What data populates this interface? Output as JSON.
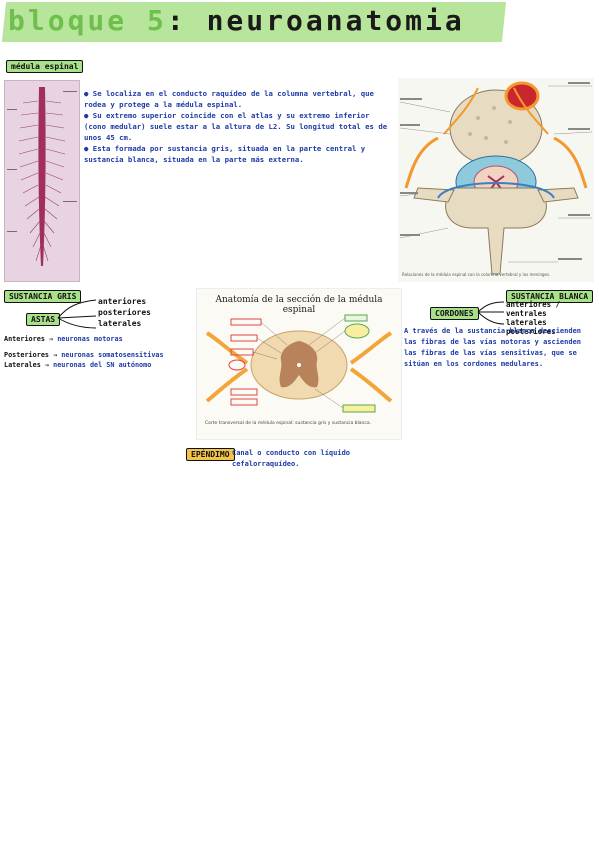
{
  "title": {
    "part1": "bloque 5",
    "sep": ":",
    "part2": "neuroanatomia"
  },
  "section_tag": "médula espinal",
  "bullets": [
    "Se localiza en el conducto raquídeo de la columna vertebral, que rodea y protege a la médula espinal.",
    "Su extremo superior coincide con el atlas y su extremo inferior (cono medular) suele estar a la altura de L2. Su longitud total es de unos 45 cm.",
    "Esta formada por sustancia gris, situada en la parte central y sustancia blanca, situada en la parte más externa."
  ],
  "gris": {
    "tag": "SUSTANCIA GRIS",
    "astas": "ASTAS",
    "branches": [
      "anteriores",
      "posteriores",
      "laterales"
    ],
    "lines": [
      {
        "label": "Anteriores ⇒",
        "value": "neuronas motoras"
      },
      {
        "label": "Posteriores ⇒",
        "value": "neuronas somatosensitivas"
      },
      {
        "label": "Laterales ⇒",
        "value": "neuronas del SN autónomo"
      }
    ]
  },
  "blanca": {
    "tag": "SUSTANCIA BLANCA",
    "cordones": "CORDONES",
    "branches": [
      "anteriores / ventrales",
      "laterales",
      "posteriores"
    ],
    "text": "A través de la sustancia blanca descienden las fibras de las vías motoras y ascienden las fibras de las vías sensitivas, que se sitúan en los cordones medulares."
  },
  "section_figure": {
    "title": "Anatomía de la sección de la médula espinal",
    "caption": "Corte transversal de la médula espinal: sustancia gris y sustancia blanca."
  },
  "ependimo": {
    "tag": "EPÉNDIMO",
    "text": "Canal o conducto con líquido cefalorraquídeo."
  },
  "vert_figure": {
    "caption": "Relaciones de la médula espinal con la columna vertebral y las meninges."
  },
  "colors": {
    "highlight_green": "#a9e08a",
    "ink_blue": "#1d3aa8",
    "ependimo_yellow": "#f2c34a"
  }
}
